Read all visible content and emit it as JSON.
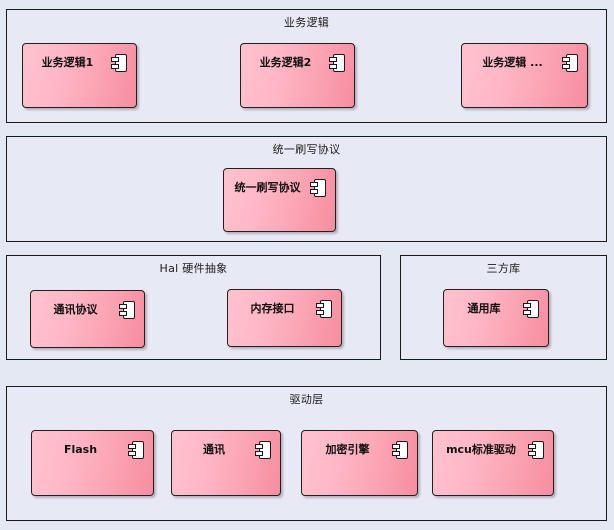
{
  "diagram": {
    "type": "uml-layered-component-diagram",
    "background_color": "#e4e8f2",
    "panel_fill": "#e7eaf4",
    "panel_border": "#1a1a1a",
    "component_fill_light": "#ffc2cd",
    "component_fill_dark": "#f78da0",
    "component_border": "#231f20",
    "icon_name": "uml-component-icon"
  },
  "layers": [
    {
      "id": "business-logic",
      "title": "业务逻辑",
      "components": [
        {
          "id": "business-logic-1",
          "label": "业务逻辑1"
        },
        {
          "id": "business-logic-2",
          "label": "业务逻辑2"
        },
        {
          "id": "business-logic-n",
          "label": "业务逻辑 ..."
        }
      ]
    },
    {
      "id": "unified-flash-protocol",
      "title": "统一刷写协议",
      "components": [
        {
          "id": "unified-flash-protocol-component",
          "label": "统一刷写协议"
        }
      ]
    },
    {
      "id": "hal",
      "title": "Hal 硬件抽象",
      "components": [
        {
          "id": "comm-protocol",
          "label": "通讯协议"
        },
        {
          "id": "memory-interface",
          "label": "内存接口"
        }
      ]
    },
    {
      "id": "third-party-library",
      "title": "三方库",
      "components": [
        {
          "id": "common-library",
          "label": "通用库"
        }
      ]
    },
    {
      "id": "driver-layer",
      "title": "驱动层",
      "components": [
        {
          "id": "flash",
          "label": "Flash"
        },
        {
          "id": "comm",
          "label": "通讯"
        },
        {
          "id": "crypto-engine",
          "label": "加密引擎"
        },
        {
          "id": "mcu-standard-driver",
          "label": "mcu标准驱动"
        }
      ]
    }
  ]
}
